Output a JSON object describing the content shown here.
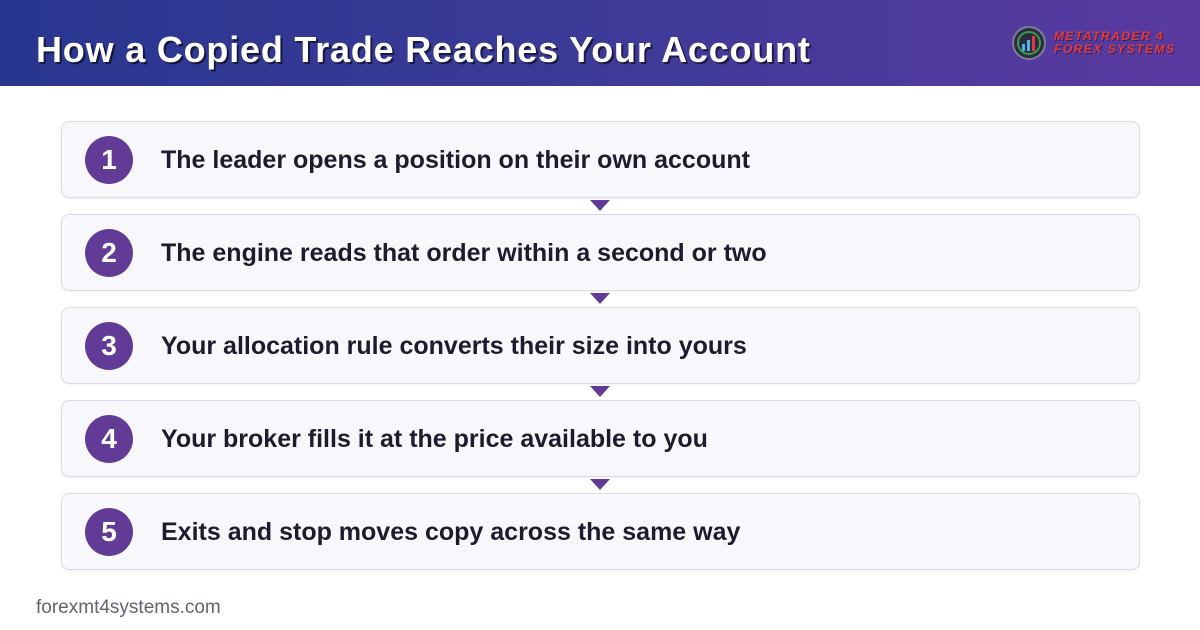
{
  "header": {
    "title": "How a Copied Trade Reaches Your Account",
    "logo": {
      "line1": "METATRADER 4",
      "line2": "FOREX SYSTEMS",
      "icon": "chart-globe-icon"
    }
  },
  "steps": [
    {
      "number": "1",
      "text": "The leader opens a position on their own account"
    },
    {
      "number": "2",
      "text": "The engine reads that order within a second or two"
    },
    {
      "number": "3",
      "text": "Your allocation rule converts their size into yours"
    },
    {
      "number": "4",
      "text": "Your broker fills it at the price available to you"
    },
    {
      "number": "5",
      "text": "Exits and stop moves copy across the same way"
    }
  ],
  "footer": {
    "site": "forexmt4systems.com"
  },
  "colors": {
    "header_start": "#28368f",
    "header_end": "#5b3aa0",
    "accent": "#623b97",
    "logo_red": "#e23b3b"
  }
}
